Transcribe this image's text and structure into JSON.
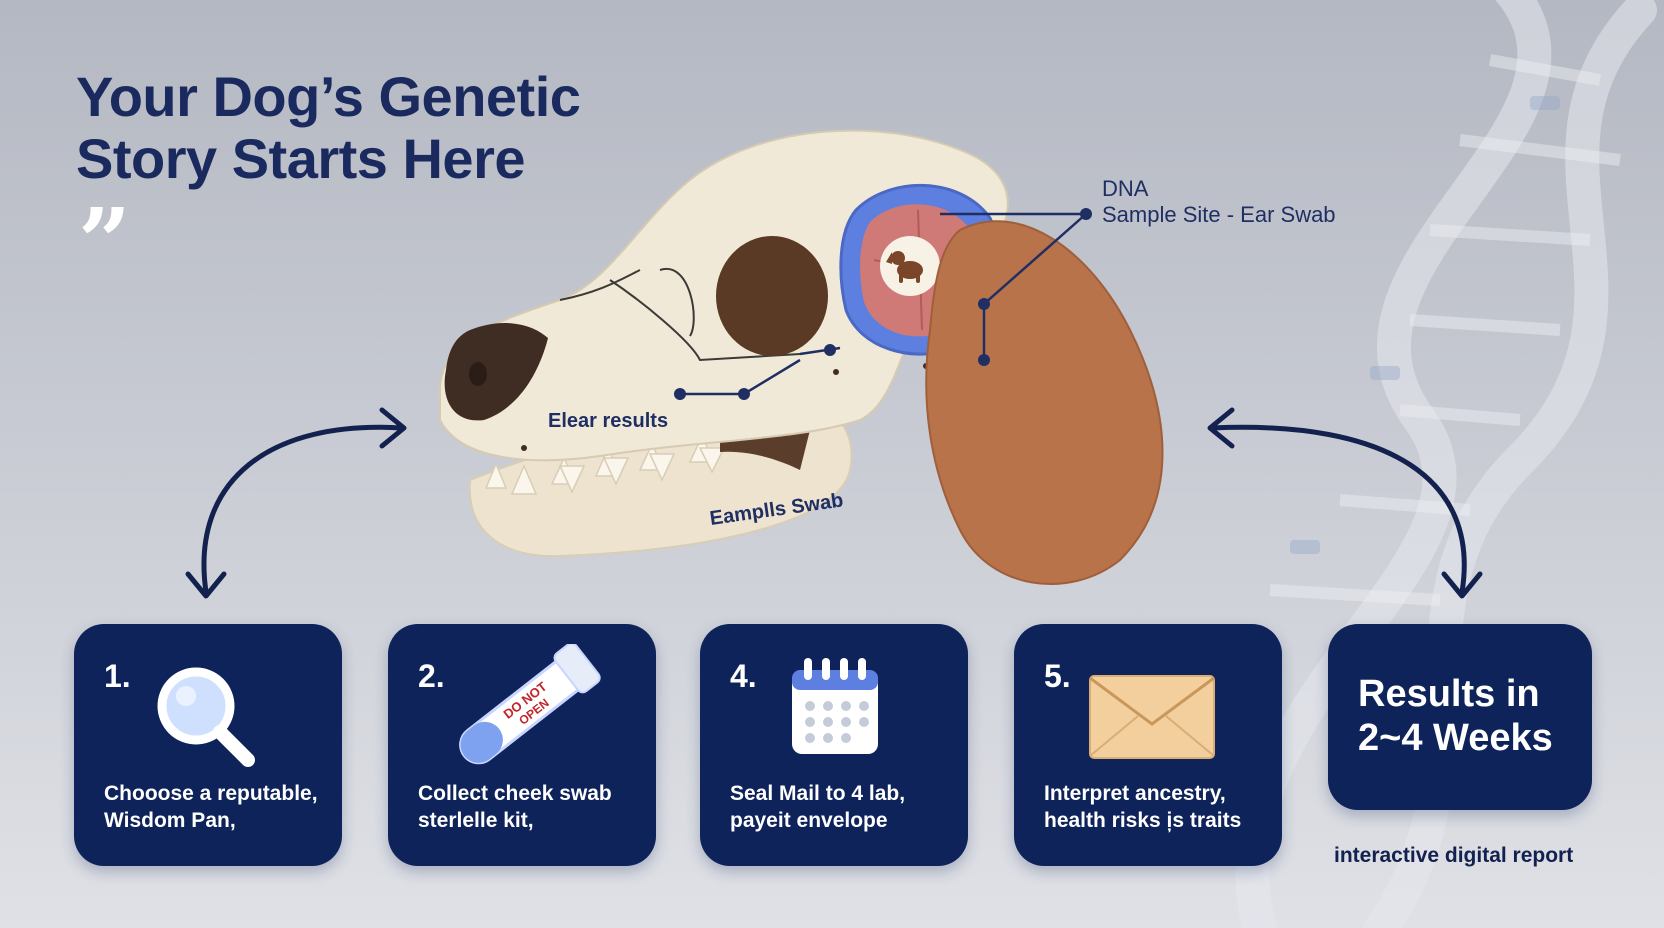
{
  "headline": {
    "line1": "Your Dog’s Genetic",
    "line2": "Story Starts Here"
  },
  "quote_mark": "”",
  "callouts": {
    "dna_line1": "DNA",
    "dna_line2": "Sample Site - Ear Swab",
    "skull_label_1": "Elear results",
    "skull_label_2": "Eamplls Swab"
  },
  "tube_label_line1": "DO NOT",
  "tube_label_line2": "OPEN",
  "steps": [
    {
      "number": "1.",
      "icon": "magnifier-icon",
      "line1": "Chooose a reputable,",
      "line2": "Wisdom Pan,"
    },
    {
      "number": "2.",
      "icon": "swab-tube-icon",
      "line1": "Collect cheek swab",
      "line2": "sterlelle kit,"
    },
    {
      "number": "4.",
      "icon": "calendar-icon",
      "line1": "Seal Mail to 4 lab,",
      "line2": "payeit envelope"
    },
    {
      "number": "5.",
      "icon": "envelope-icon",
      "line1": "Interpret ancestry,",
      "line2": "health risks i̦s traits"
    }
  ],
  "results": {
    "line1": "Results in",
    "line2": "2~4 Weeks",
    "caption": "interactive digital report"
  },
  "colors": {
    "navy": "#0f235b",
    "headline": "#1a2a5e",
    "bone": "#f1e9d8",
    "ear": "#b8734a",
    "accent_blue": "#5d7fe0"
  }
}
